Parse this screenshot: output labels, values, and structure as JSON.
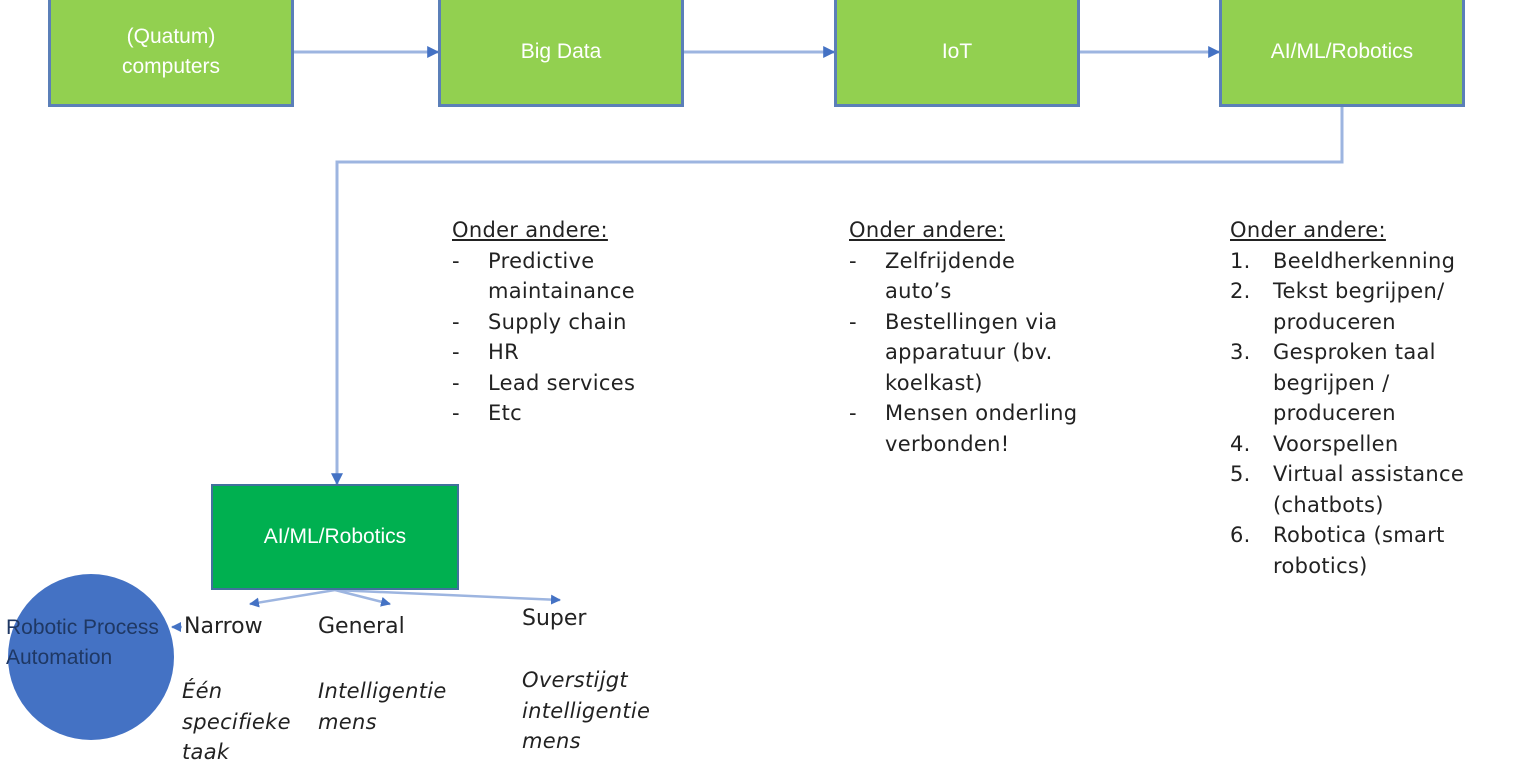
{
  "flow_boxes": [
    {
      "label": "(Quatum) computers"
    },
    {
      "label": "Big Data"
    },
    {
      "label": "IoT"
    },
    {
      "label": "AI/ML/Robotics"
    }
  ],
  "main_node": {
    "label": "AI/ML/Robotics"
  },
  "rpa": {
    "label": "Robotic Process Automation"
  },
  "notes": {
    "big_data": {
      "heading": "Onder andere:",
      "marker": "-",
      "items": [
        "Predictive maintainance",
        "Supply chain",
        "HR",
        "Lead services",
        "Etc"
      ]
    },
    "iot": {
      "heading": "Onder andere:",
      "marker": "-",
      "items": [
        "Zelfrijdende auto’s",
        "Bestellingen via apparatuur (bv. koelkast)",
        "Mensen onderling verbonden!"
      ]
    },
    "ai": {
      "heading": "Onder andere:",
      "items": [
        {
          "marker": "1.",
          "text": "Beeldherkenning"
        },
        {
          "marker": "2.",
          "text": "Tekst begrijpen/ produceren"
        },
        {
          "marker": "3.",
          "text": "Gesproken taal begrijpen / produceren"
        },
        {
          "marker": "4.",
          "text": "Voorspellen"
        },
        {
          "marker": "5.",
          "text": "Virtual assistance (chatbots)"
        },
        {
          "marker": "6.",
          "text": "Robotica (smart robotics)"
        }
      ]
    }
  },
  "ai_types": [
    {
      "label": "Narrow",
      "description": "Één specifieke taak"
    },
    {
      "label": "General",
      "description": "Intelligentie mens"
    },
    {
      "label": "Super",
      "description": "Overstijgt intelligentie mens"
    }
  ],
  "colors": {
    "box_green": "#92d050",
    "main_green": "#00b050",
    "border_blue": "#5b7fb8",
    "connector_blue": "#9db5e0",
    "arrowhead_blue": "#4472c4",
    "rpa_circle": "#4472c4",
    "rpa_text": "#1f3864"
  }
}
